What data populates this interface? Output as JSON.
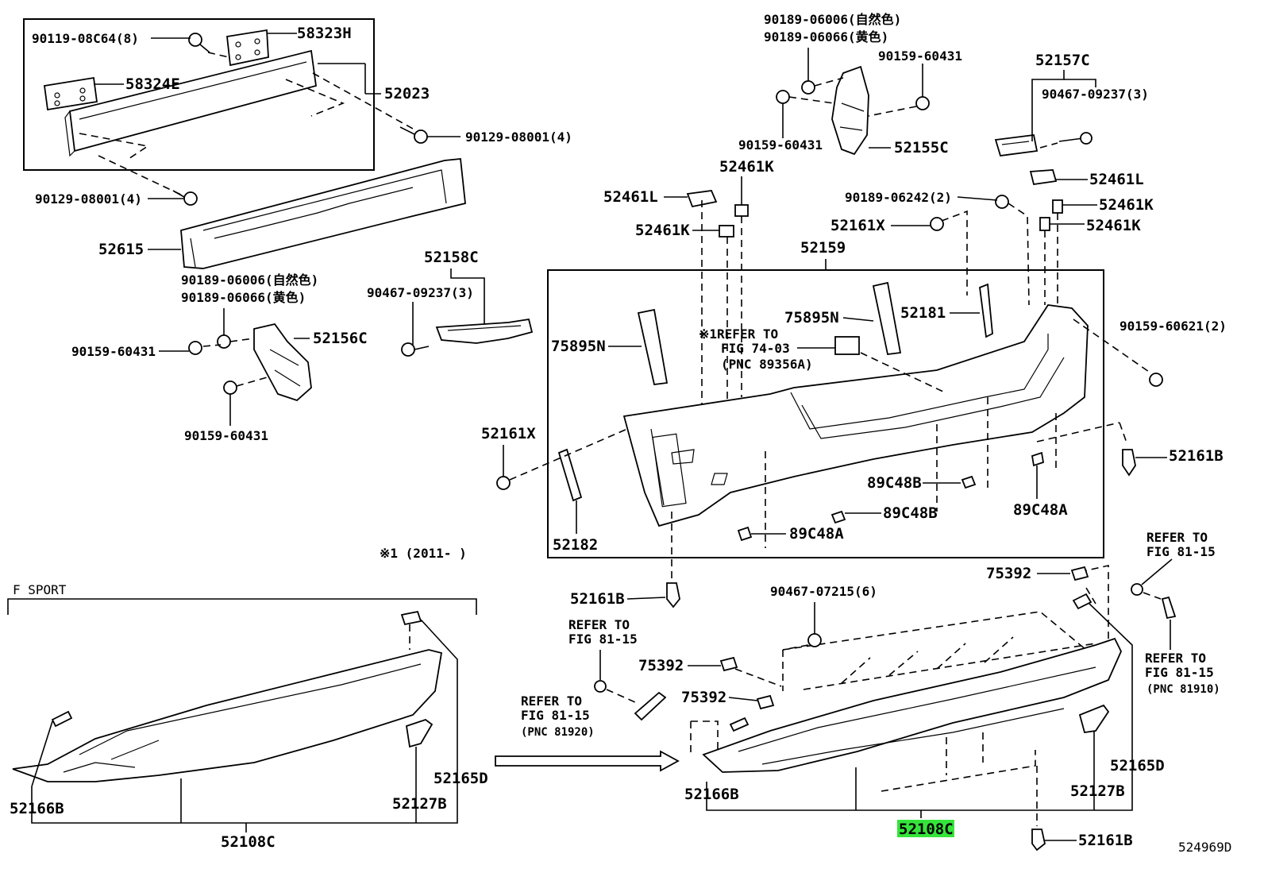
{
  "labels": {
    "p58323H": "58323H",
    "p90119_08C64": "90119-08C64(8)",
    "p58324E": "58324E",
    "p52023": "52023",
    "p90129_08001_a": "90129-08001(4)",
    "p90129_08001_b": "90129-08001(4)",
    "p52615": "52615",
    "p90189_06006_l": "90189-06006(自然色)",
    "p90189_06066_l": "90189-06066(黄色)",
    "p52158C": "52158C",
    "p90467_09237_l": "90467-09237(3)",
    "p90159_60431_l1": "90159-60431",
    "p52156C": "52156C",
    "p90159_60431_l2": "90159-60431",
    "p90189_06006_r": "90189-06006(自然色)",
    "p90189_06066_r": "90189-06066(黄色)",
    "p90159_60431_r1": "90159-60431",
    "p90159_60431_r2": "90159-60431",
    "p52155C": "52155C",
    "p52157C": "52157C",
    "p90467_09237_r": "90467-09237(3)",
    "p52461K_top": "52461K",
    "p52461L_l": "52461L",
    "p52461K_l": "52461K",
    "p52461L_r": "52461L",
    "p90189_06242": "90189-06242(2)",
    "p52461K_r1": "52461K",
    "p52161X_top": "52161X",
    "p52461K_r2": "52461K",
    "p52159": "52159",
    "p75895N_r": "75895N",
    "p52181": "52181",
    "p75895N_l": "75895N",
    "p90159_60621": "90159-60621(2)",
    "p52161X_l": "52161X",
    "p52161B_r": "52161B",
    "p89C48B_1": "89C48B",
    "p89C48B_2": "89C48B",
    "p89C48A_1": "89C48A",
    "p89C48A_2": "89C48A",
    "p52182": "52182",
    "note_ref": "※1REFER TO",
    "note_fig": "FIG 74-03",
    "note_pnc": "(PNC 89356A)",
    "note_year": "※1 (2011-     )",
    "f_sport": "F SPORT",
    "p52161B_mid": "52161B",
    "p90467_07215": "90467-07215(6)",
    "p75392_a": "75392",
    "p75392_b": "75392",
    "p75392_c": "75392",
    "ref1_a": "REFER TO",
    "ref1_b": "FIG 81-15",
    "ref2_a": "REFER TO",
    "ref2_b": "FIG 81-15",
    "ref3_a": "REFER TO",
    "ref3_b": "FIG 81-15",
    "ref3_c": "(PNC 81920)",
    "ref4_a": "REFER TO",
    "ref4_b": "FIG 81-15",
    "ref4_c": "(PNC 81910)",
    "p52166B_l": "52166B",
    "p52127B_l": "52127B",
    "p52165D_l": "52165D",
    "p52108C_l": "52108C",
    "p52166B_r": "52166B",
    "p52127B_r": "52127B",
    "p52165D_r": "52165D",
    "p52108C_r": "52108C",
    "p52161B_bot": "52161B",
    "diagram_id": "524969D"
  },
  "highlight_color": "#35e43b"
}
